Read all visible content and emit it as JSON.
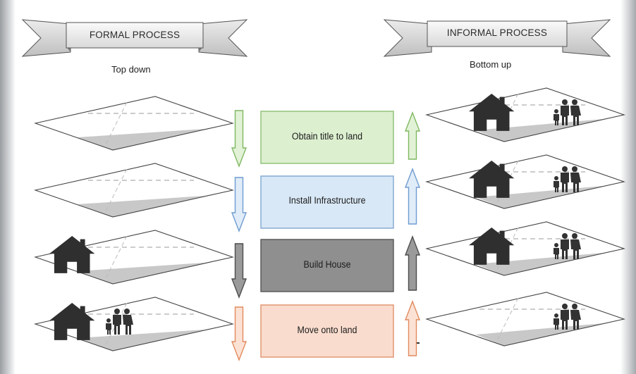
{
  "formal": {
    "banner": "FORMAL PROCESS",
    "subtitle": "Top down"
  },
  "informal": {
    "banner": "INFORMAL PROCESS",
    "subtitle": "Bottom up"
  },
  "steps": [
    {
      "label": "Obtain title to land",
      "color": "green",
      "fill": "#dcefcf",
      "stroke": "#8cbf73",
      "arrow_fill": "#e2f2d6",
      "arrow_stroke": "#7fb862"
    },
    {
      "label": "Install Infrastructure",
      "color": "blue",
      "fill": "#d8e8f6",
      "stroke": "#7fa8d2",
      "arrow_fill": "#e0ecf8",
      "arrow_stroke": "#6f9cd0"
    },
    {
      "label": "Build House",
      "color": "gray",
      "fill": "#8f8f8f",
      "stroke": "#555555",
      "arrow_fill": "#9a9a9a",
      "arrow_stroke": "#4d4d4d"
    },
    {
      "label": "Move onto land",
      "color": "orange",
      "fill": "#f9dccd",
      "stroke": "#e0916b",
      "arrow_fill": "#fbe2d4",
      "arrow_stroke": "#e28a5f"
    }
  ],
  "formal_parcels": [
    {
      "house": false,
      "people": false
    },
    {
      "house": false,
      "people": false
    },
    {
      "house": true,
      "people": false
    },
    {
      "house": true,
      "people": true
    }
  ],
  "informal_parcels": [
    {
      "house": true,
      "people": true
    },
    {
      "house": true,
      "people": true
    },
    {
      "house": true,
      "people": true
    },
    {
      "house": false,
      "people": true
    }
  ],
  "icons": {
    "house": "house-icon",
    "people": "family-icon"
  }
}
